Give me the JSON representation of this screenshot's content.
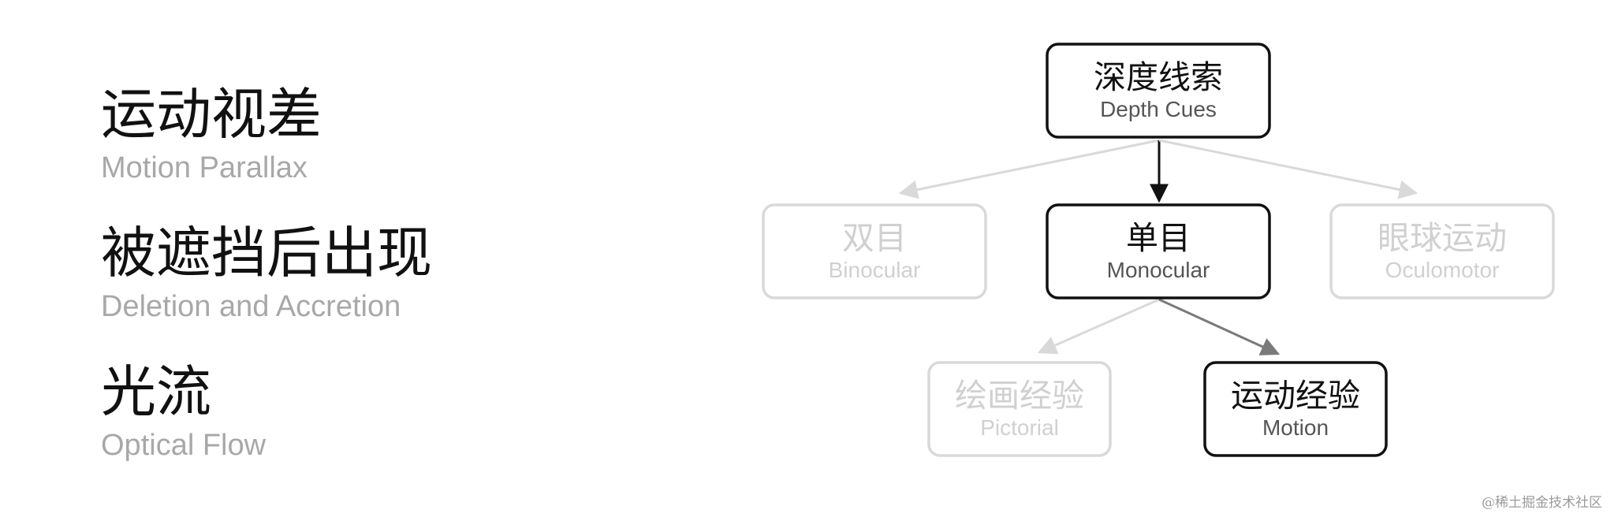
{
  "cues": [
    {
      "title": "运动视差",
      "subtitle": "Motion Parallax"
    },
    {
      "title": "被遮挡后出现",
      "subtitle": "Deletion and Accretion"
    },
    {
      "title": "光流",
      "subtitle": "Optical Flow"
    }
  ],
  "diagram": {
    "nodes": {
      "root": {
        "zh": "深度线索",
        "en": "Depth Cues",
        "state": "active"
      },
      "binocular": {
        "zh": "双目",
        "en": "Binocular",
        "state": "faded"
      },
      "monocular": {
        "zh": "单目",
        "en": "Monocular",
        "state": "active"
      },
      "oculomotor": {
        "zh": "眼球运动",
        "en": "Oculomotor",
        "state": "faded"
      },
      "pictorial": {
        "zh": "绘画经验",
        "en": "Pictorial",
        "state": "faded"
      },
      "motion": {
        "zh": "运动经验",
        "en": "Motion",
        "state": "active"
      }
    },
    "edges": [
      {
        "from": "root",
        "to": "binocular",
        "state": "faded"
      },
      {
        "from": "root",
        "to": "monocular",
        "state": "active"
      },
      {
        "from": "root",
        "to": "oculomotor",
        "state": "faded"
      },
      {
        "from": "monocular",
        "to": "pictorial",
        "state": "faded"
      },
      {
        "from": "monocular",
        "to": "motion",
        "state": "medium"
      }
    ],
    "colors": {
      "active": "#111111",
      "faded": "#d9d9d9",
      "medium": "#7a7a7a",
      "active_en_text": "#555555",
      "faded_text": "#d0d0d0"
    }
  },
  "watermark": "@稀土掘金技术社区"
}
